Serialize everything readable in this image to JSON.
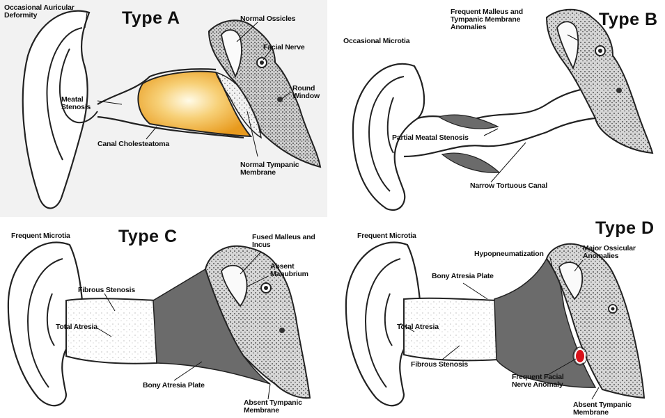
{
  "panels": [
    {
      "id": "a",
      "title": "Type A",
      "labels": {
        "auricle": "Occasional Auricular Deformity",
        "ossicles": "Normal Ossicles",
        "facial": "Facial Nerve",
        "meatal": "Meatal Stenosis",
        "round_window": "Round Window",
        "cholesteatoma": "Canal Cholesteatoma",
        "tympanic": "Normal Tympanic Membrane"
      }
    },
    {
      "id": "b",
      "title": "Type B",
      "labels": {
        "malleus": "Frequent Malleus and Tympanic Membrane Anomalies",
        "microtia": "Occasional Microtia",
        "partial": "Partial Meatal Stenosis",
        "canal": "Narrow Tortuous Canal"
      }
    },
    {
      "id": "c",
      "title": "Type C",
      "labels": {
        "microtia": "Frequent Microtia",
        "fused": "Fused Malleus and Incus",
        "manubrium": "Absent Manubrium",
        "fibrous": "Fibrous Stenosis",
        "atresia": "Total Atresia",
        "bony": "Bony Atresia Plate",
        "tympanic": "Absent Tympanic Membrane"
      }
    },
    {
      "id": "d",
      "title": "Type D",
      "labels": {
        "microtia": "Frequent Microtia",
        "hypo": "Hypopneumatization",
        "ossicular": "Major Ossicular Anomalies",
        "bony": "Bony Atresia Plate",
        "atresia": "Total Atresia",
        "fibrous": "Fibrous Stenosis",
        "facial": "Frequent Facial Nerve Anomaly",
        "tympanic": "Absent Tympanic Membrane"
      }
    }
  ],
  "colors": {
    "cholesteatoma": "#f3b73c",
    "atresia_plate": "#6b6b6b",
    "facial_nerve_anomaly": "#d8121b"
  }
}
